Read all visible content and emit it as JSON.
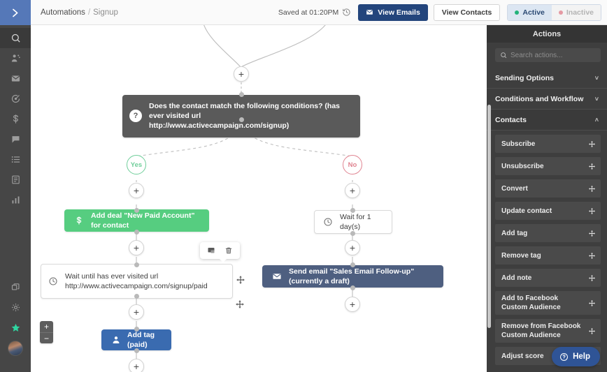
{
  "topbar": {
    "breadcrumb_root": "Automations",
    "breadcrumb_sep": "/",
    "breadcrumb_current": "Signup",
    "saved_text": "Saved at 01:20PM",
    "saved_icon": "history-clock-icon",
    "view_emails_label": "View Emails",
    "view_emails_icon": "envelope-icon",
    "view_contacts_label": "View Contacts",
    "status_active_label": "Active",
    "status_inactive_label": "Inactive",
    "active_color": "#23b37a",
    "inactive_color": "#e59aa3",
    "primary_color": "#23457c"
  },
  "rail": {
    "logo_icon": "chevrons-right-icon",
    "items": [
      {
        "icon": "search-icon",
        "name": "rail-item-search",
        "active": true
      },
      {
        "icon": "contacts-icon",
        "name": "rail-item-contacts",
        "active": false
      },
      {
        "icon": "envelope-icon",
        "name": "rail-item-campaigns",
        "active": false
      },
      {
        "icon": "automation-icon",
        "name": "rail-item-automations",
        "active": false
      },
      {
        "icon": "dollar-icon",
        "name": "rail-item-deals",
        "active": false
      },
      {
        "icon": "chat-icon",
        "name": "rail-item-conversations",
        "active": false
      },
      {
        "icon": "list-icon",
        "name": "rail-item-lists",
        "active": false
      },
      {
        "icon": "forms-icon",
        "name": "rail-item-forms",
        "active": false
      },
      {
        "icon": "bar-chart-icon",
        "name": "rail-item-reports",
        "active": false
      },
      {
        "icon": "apps-icon",
        "name": "rail-item-apps",
        "active": false
      },
      {
        "icon": "gear-icon",
        "name": "rail-item-settings",
        "active": false
      },
      {
        "icon": "star-icon",
        "name": "rail-item-favorites",
        "active": false
      }
    ],
    "avatar_name": "user-avatar"
  },
  "canvas": {
    "condition_node": {
      "icon": "question-mark-icon",
      "line1": "Does the contact match the following conditions? (has ever visited url",
      "line2": "http://www.activecampaign.com/signup)"
    },
    "branch_yes_label": "Yes",
    "branch_no_label": "No",
    "add_deal_node": {
      "icon": "dollar-icon",
      "label": "Add deal \"New Paid Account\" for contact"
    },
    "wait_until_node": {
      "icon": "clock-icon",
      "line1": "Wait until has ever visited url",
      "line2": "http://www.activecampaign.com/signup/paid"
    },
    "wait_day_node": {
      "icon": "clock-icon",
      "label": "Wait for 1 day(s)"
    },
    "send_email_node": {
      "icon": "envelope-icon",
      "label": "Send email \"Sales Email Follow-up\" (currently a draft)"
    },
    "add_tag_node": {
      "icon": "contact-person-icon",
      "label": "Add tag (paid)"
    },
    "node_toolbar": {
      "edit_icon": "notes-edit-icon",
      "delete_icon": "trash-icon"
    },
    "drag_handle_icon": "move-arrows-icon",
    "plus_label": "+",
    "zoom_in_label": "+",
    "zoom_out_label": "−"
  },
  "panel": {
    "title": "Actions",
    "search_placeholder": "Search actions...",
    "search_value": "",
    "search_icon": "search-icon",
    "groups": [
      {
        "label": "Sending Options",
        "expanded": false,
        "chevron": "˅"
      },
      {
        "label": "Conditions and Workflow",
        "expanded": false,
        "chevron": "˅"
      },
      {
        "label": "Contacts",
        "expanded": true,
        "chevron": "˄"
      }
    ],
    "actions": [
      {
        "label": "Subscribe",
        "handle": "move-arrows-icon"
      },
      {
        "label": "Unsubscribe",
        "handle": "move-arrows-icon"
      },
      {
        "label": "Convert",
        "handle": "move-arrows-icon"
      },
      {
        "label": "Update contact",
        "handle": "move-arrows-icon"
      },
      {
        "label": "Add tag",
        "handle": "move-arrows-icon"
      },
      {
        "label": "Remove tag",
        "handle": "move-arrows-icon"
      },
      {
        "label": "Add note",
        "handle": "move-arrows-icon"
      },
      {
        "label": "Add to Facebook Custom Audience",
        "handle": "move-arrows-icon"
      },
      {
        "label": "Remove from Facebook Custom Audience",
        "handle": "move-arrows-icon"
      },
      {
        "label": "Adjust score",
        "handle": "move-arrows-icon"
      }
    ]
  },
  "help": {
    "label": "Help",
    "icon": "question-circle-icon"
  }
}
